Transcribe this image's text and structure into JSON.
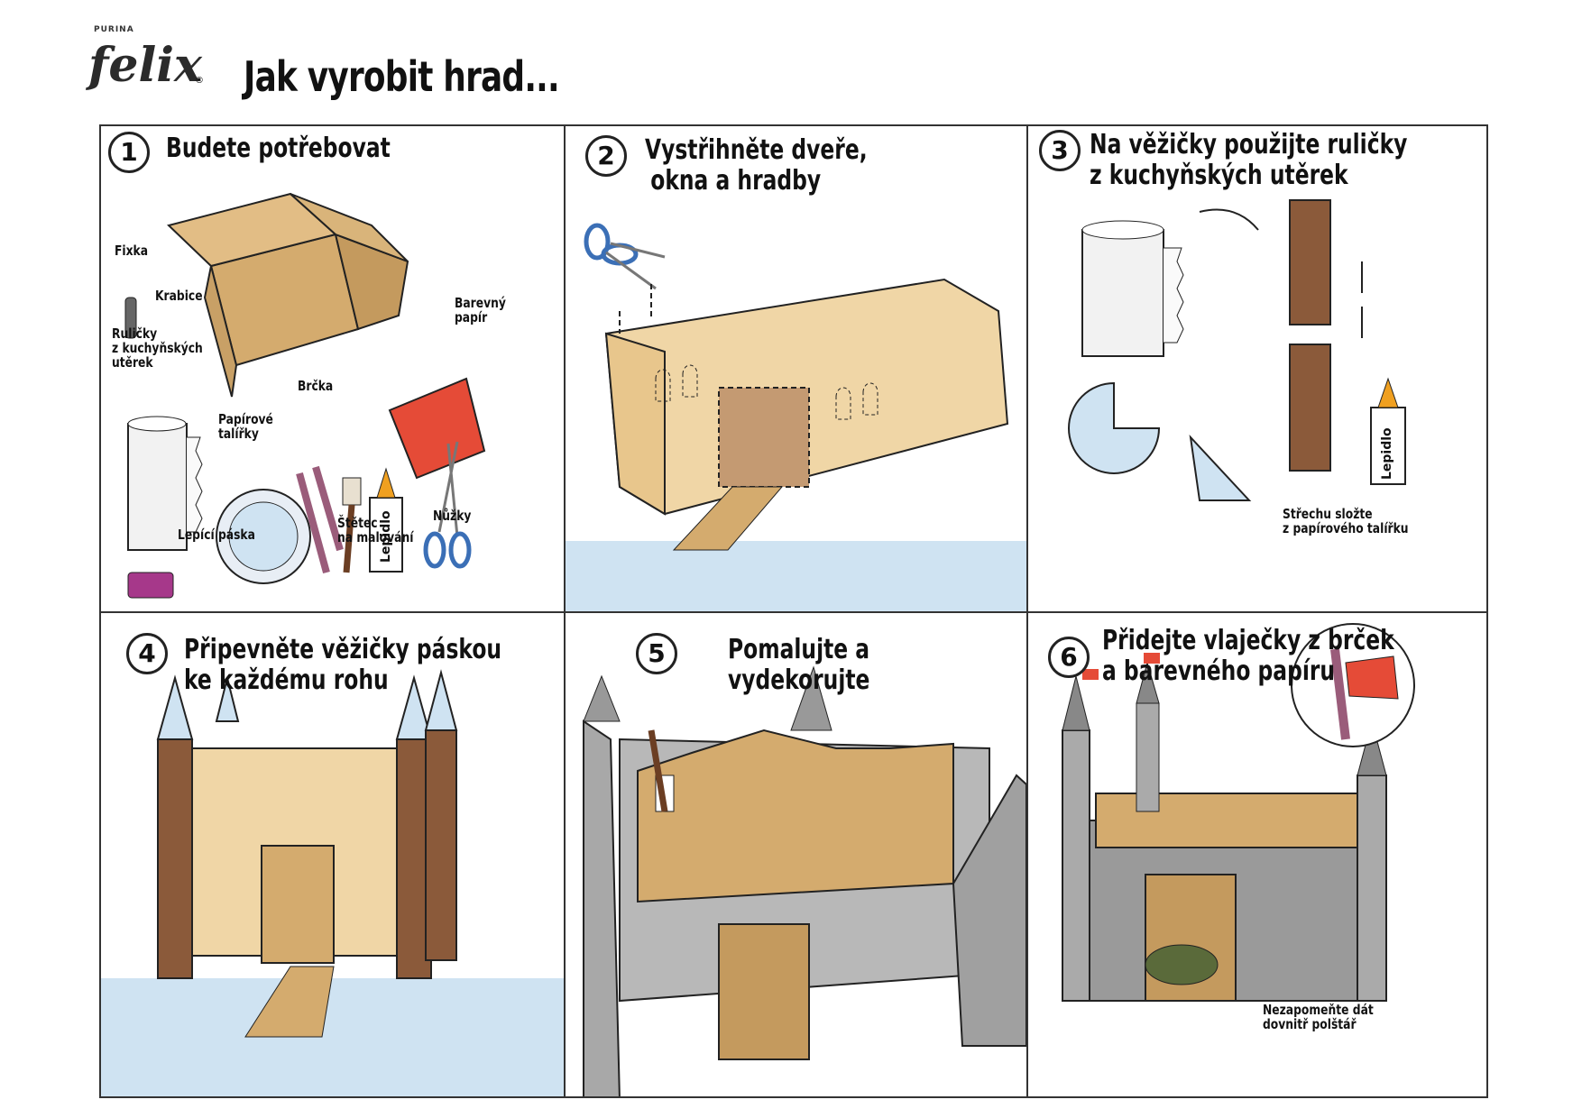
{
  "brand": {
    "company": "PURINA",
    "name": "felix",
    "registered": "®"
  },
  "title": "Jak vyrobit hrad...",
  "colors": {
    "cardboard": "#d4ab6e",
    "cardboard_light": "#f0d6a6",
    "water": "#cfe3f2",
    "grey": "#a8a8a8",
    "paper_red": "#e54b37",
    "straw": "#9a5c7a",
    "tube": "#8b5a3a"
  },
  "steps": [
    {
      "number": "1",
      "title": "Budete potřebovat",
      "labels": {
        "marker": "Fixka",
        "box": "Krabice",
        "rolls": [
          "Ruličky",
          "z kuchyňských",
          "utěrek"
        ],
        "paper": [
          "Barevný",
          "papír"
        ],
        "straws": "Brčka",
        "plates": [
          "Papírové",
          "talířky"
        ],
        "brush": [
          "Štětec",
          "na malování"
        ],
        "glue": "Lepidlo",
        "scissors": "Nůžky",
        "tape": "Lepící páska"
      }
    },
    {
      "number": "2",
      "title_lines": [
        "Vystřihněte dveře,",
        "okna a hradby"
      ]
    },
    {
      "number": "3",
      "title_lines": [
        "Na věžičky použijte ruličky",
        "z kuchyňských utěrek"
      ],
      "labels": {
        "glue": "Lepidlo",
        "roof": [
          "Střechu složte",
          "z papírového talířku"
        ]
      }
    },
    {
      "number": "4",
      "title_lines": [
        "Připevněte věžičky páskou",
        "ke každému rohu"
      ]
    },
    {
      "number": "5",
      "title_lines": [
        "Pomalujte a",
        "vydekorujte"
      ]
    },
    {
      "number": "6",
      "title_lines": [
        "Přidejte vlaječky z brček",
        "a barevného papíru"
      ],
      "labels": {
        "note": [
          "Nezapomeňte dát",
          "dovnitř polštář"
        ]
      }
    }
  ]
}
